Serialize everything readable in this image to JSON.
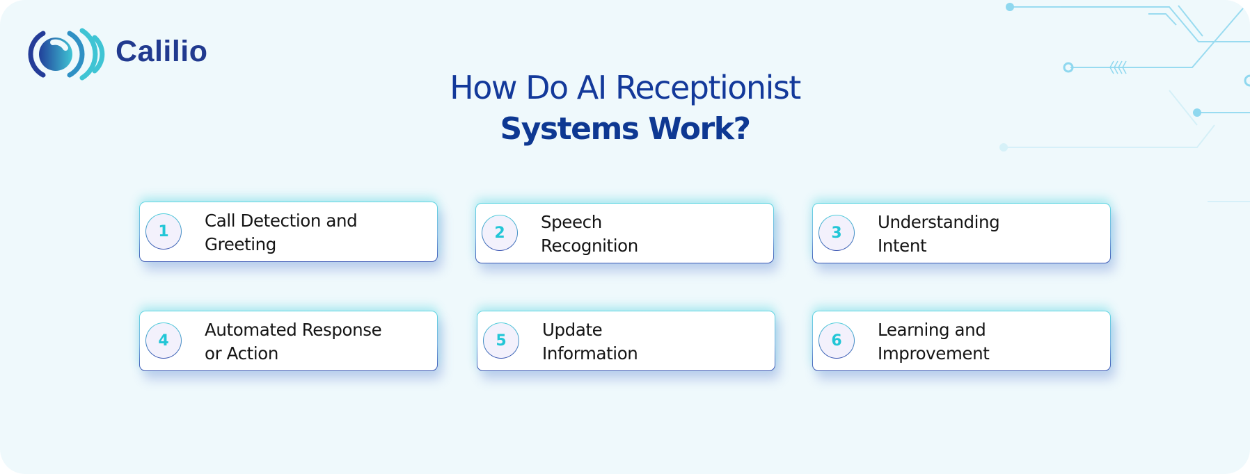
{
  "brand": {
    "name": "Calilio",
    "logo_icon": "calilio-soundwave-logo-icon",
    "colors": {
      "primary": "#213a8f",
      "accent": "#3fc4d4"
    }
  },
  "header": {
    "title_line1": "How Do AI Receptionist",
    "title_line2": "Systems Work?"
  },
  "steps": [
    {
      "number": "1",
      "line1": "Call Detection and",
      "line2": "Greeting"
    },
    {
      "number": "2",
      "line1": "Speech",
      "line2": "Recognition"
    },
    {
      "number": "3",
      "line1": "Understanding",
      "line2": "Intent"
    },
    {
      "number": "4",
      "line1": "Automated Response",
      "line2": "or Action"
    },
    {
      "number": "5",
      "line1": "Update",
      "line2": "Information"
    },
    {
      "number": "6",
      "line1": "Learning and",
      "line2": "Improvement"
    }
  ],
  "theme": {
    "background": "#eff9fc",
    "card_border_top": "#5fd7e2",
    "card_border_bottom": "#3552b2",
    "number_color": "#22c6d6",
    "circuit_color": "#8fd8ef"
  }
}
